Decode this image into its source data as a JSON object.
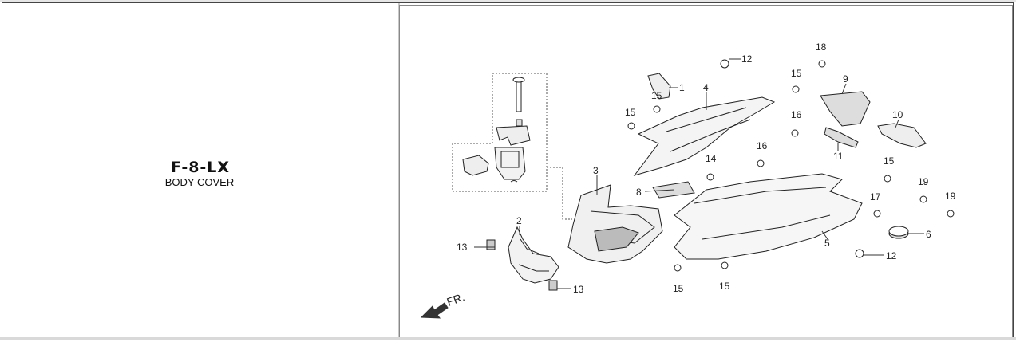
{
  "header": {
    "diagram_code": "F-8-LX",
    "diagram_name": "BODY COVER"
  },
  "diagram": {
    "direction_label": "FR.",
    "callouts": [
      "1",
      "2",
      "3",
      "4",
      "5",
      "6",
      "8",
      "9",
      "10",
      "11",
      "12",
      "12",
      "13",
      "13",
      "14",
      "15",
      "15",
      "15",
      "15",
      "15",
      "15",
      "16",
      "16",
      "17",
      "18",
      "19",
      "19"
    ]
  },
  "colors": {
    "line": "#222222",
    "border": "#444444"
  }
}
